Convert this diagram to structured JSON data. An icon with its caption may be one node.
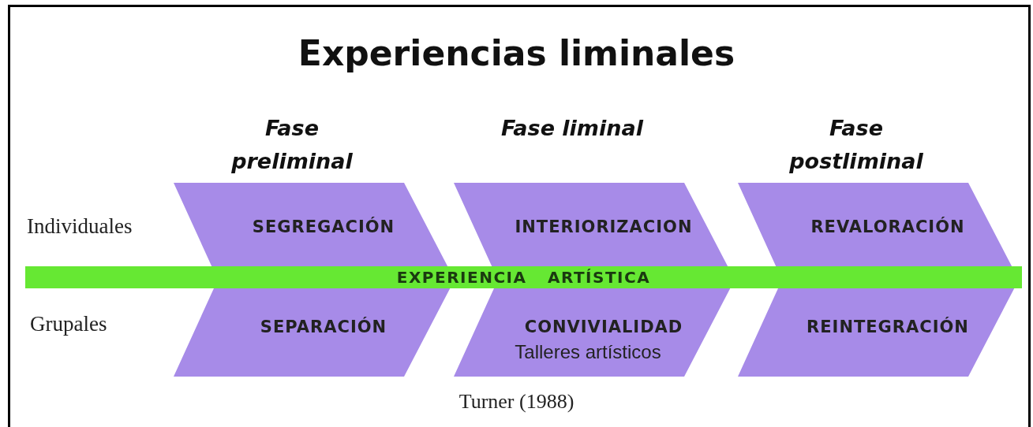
{
  "diagram": {
    "title": "Experiencias liminales",
    "caption": "Turner (1988)",
    "nodes": [
      {
        "text": [
          "Fase preliminal",
          "SEGREGACIÓN",
          "SEPARACIÓN"
        ]
      },
      {
        "text": [
          "Fase liminal",
          "INTERIORIZACION",
          "CONVIVIALIDAD",
          "Talleres artísticos"
        ]
      },
      {
        "text": [
          "Fase postliminal",
          "REVALORACIÓN",
          "REINTEGRACIÓN"
        ]
      },
      {
        "text": [
          "EXPERIENCIA ARTÍSTICA"
        ]
      }
    ],
    "edges": [],
    "labels": [
      "Individuales",
      "Grupales"
    ]
  }
}
